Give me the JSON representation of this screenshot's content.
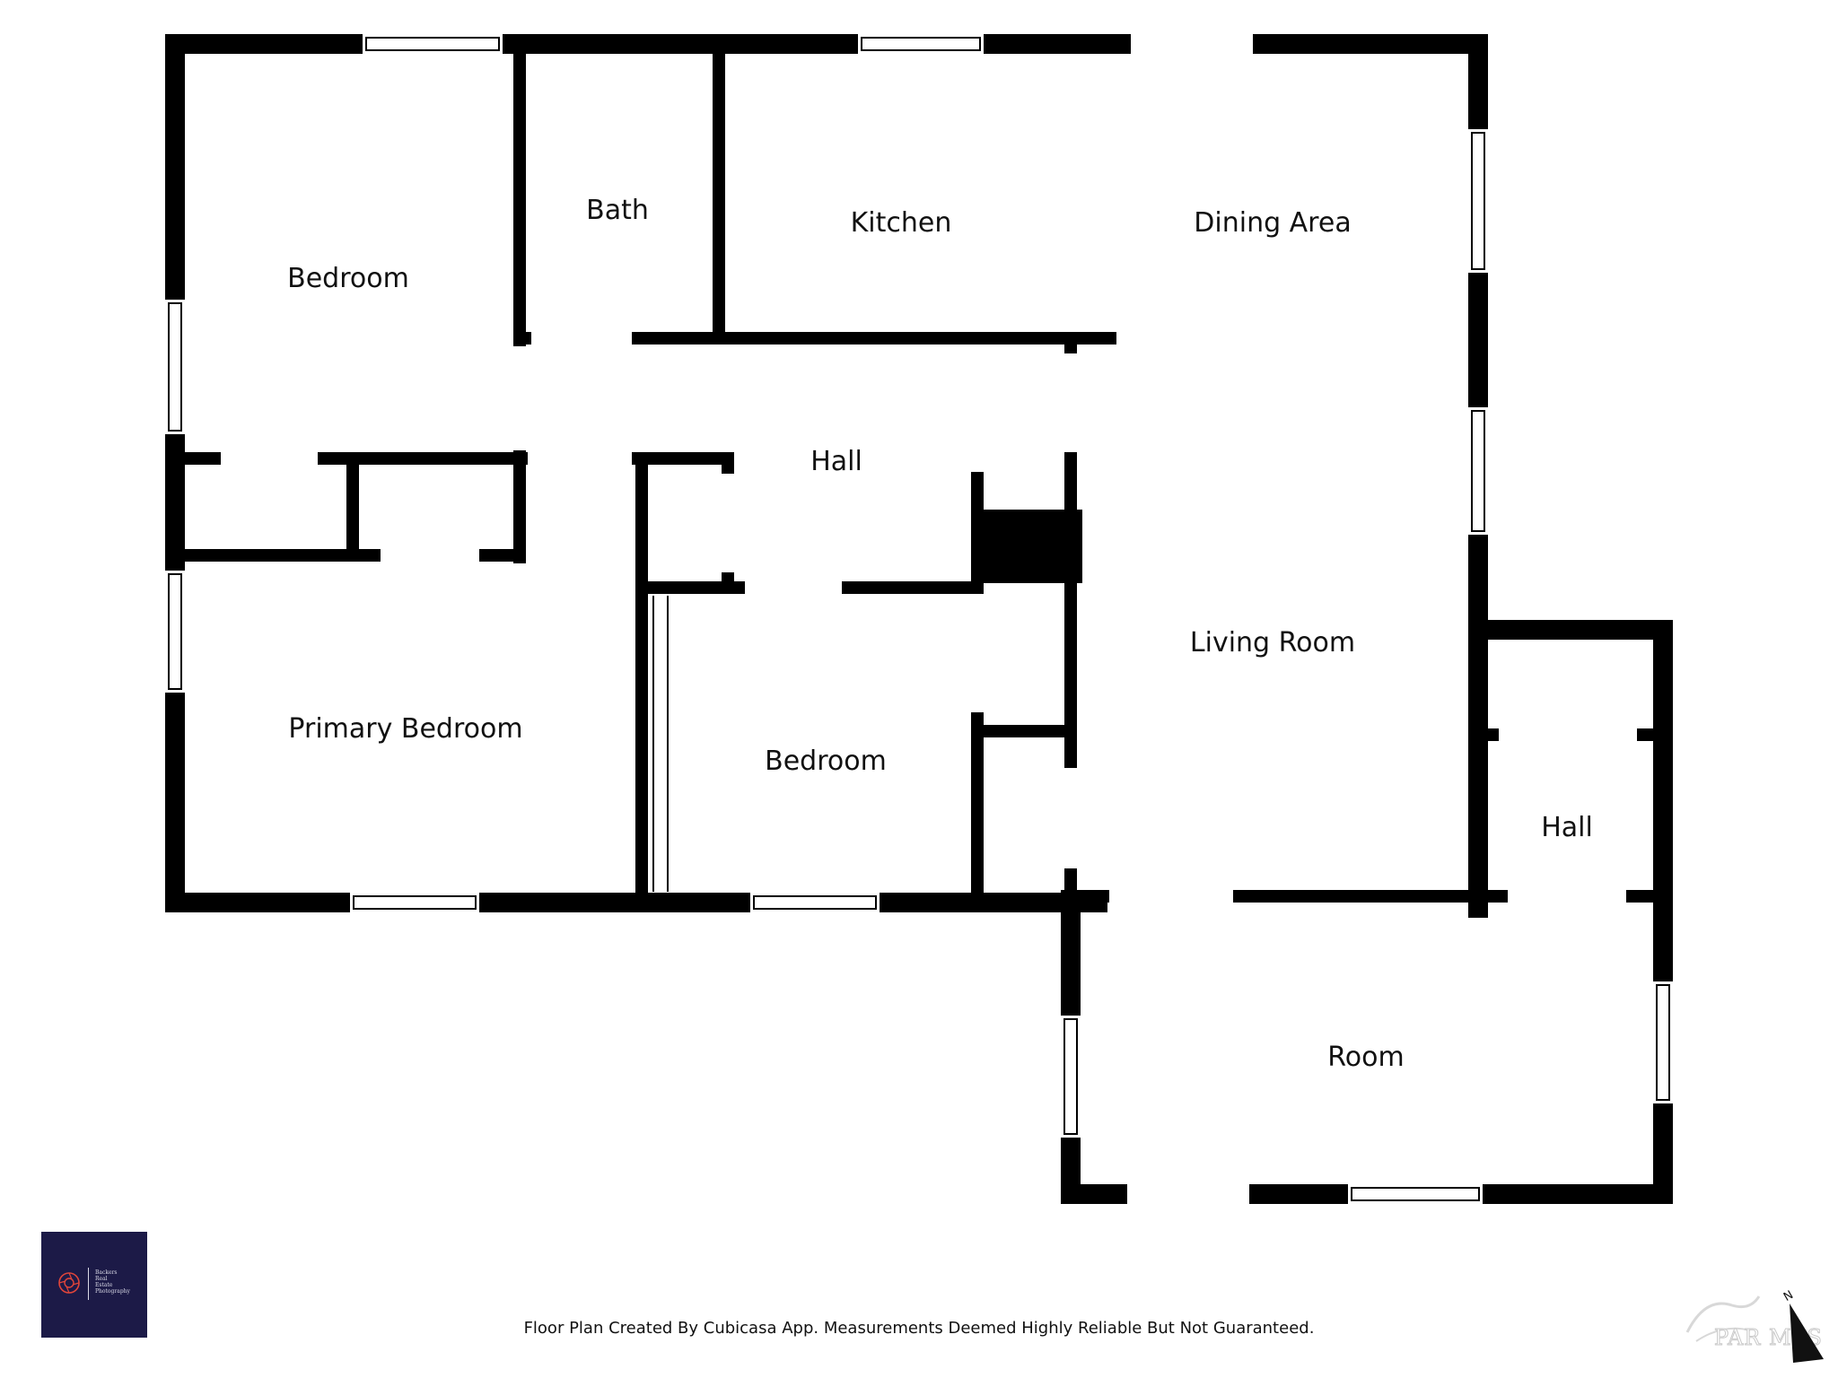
{
  "rooms": {
    "bedroom_1": "Bedroom",
    "bath": "Bath",
    "kitchen": "Kitchen",
    "dining_area": "Dining Area",
    "hall_1": "Hall",
    "living_room": "Living Room",
    "primary_bedroom": "Primary Bedroom",
    "bedroom_2": "Bedroom",
    "hall_2": "Hall",
    "room": "Room"
  },
  "footer": {
    "note": "Floor Plan Created By Cubicasa App. Measurements Deemed Highly Reliable But Not Guaranteed."
  },
  "branding": {
    "logo_text": "Backers\nReal\nEstate\nPhotography",
    "mls_text": "PAR MLS",
    "compass_label": "N"
  },
  "colors": {
    "wall": "#000000",
    "background": "#ffffff",
    "logo_bg": "#1c1a47",
    "logo_accent": "#e0453a"
  }
}
